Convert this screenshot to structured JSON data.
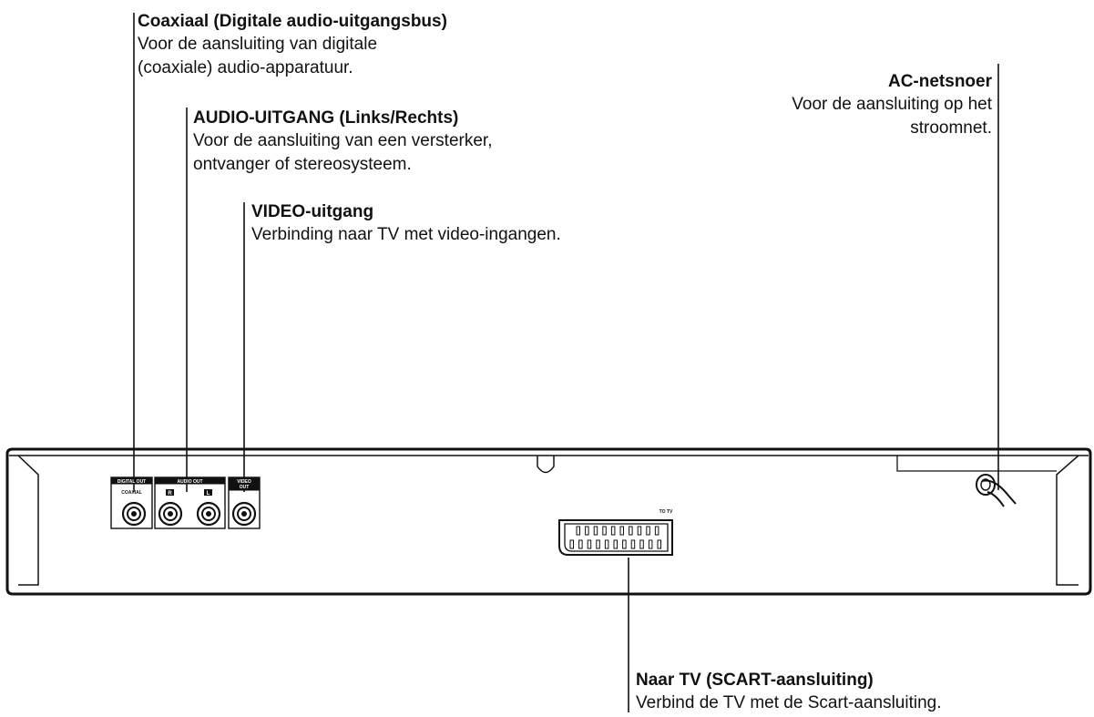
{
  "callouts": {
    "coaxial": {
      "title": "Coaxiaal (Digitale audio-uitgangsbus)",
      "description": "Voor de aansluiting van digitale\n(coaxiale) audio-apparatuur."
    },
    "audio_out": {
      "title": "AUDIO-UITGANG (Links/Rechts)",
      "description": "Voor de aansluiting van een versterker,\nontvanger of stereosysteem."
    },
    "video_out": {
      "title": "VIDEO-uitgang",
      "description": "Verbinding naar TV met video-ingangen."
    },
    "ac_cord": {
      "title": "AC-netsnoer",
      "description": "Voor de aansluiting op het\nstroomnet."
    },
    "scart": {
      "title": "Naar TV (SCART-aansluiting)",
      "description": "Verbind de TV met de Scart-aansluiting."
    }
  },
  "panel_labels": {
    "digital_out": "DIGITAL OUT",
    "coaxial": "COAXIAL",
    "audio_out": "AUDIO OUT",
    "right": "R",
    "left": "L",
    "video_out_line1": "VIDEO",
    "video_out_line2": "OUT",
    "to_tv": "TO TV"
  }
}
